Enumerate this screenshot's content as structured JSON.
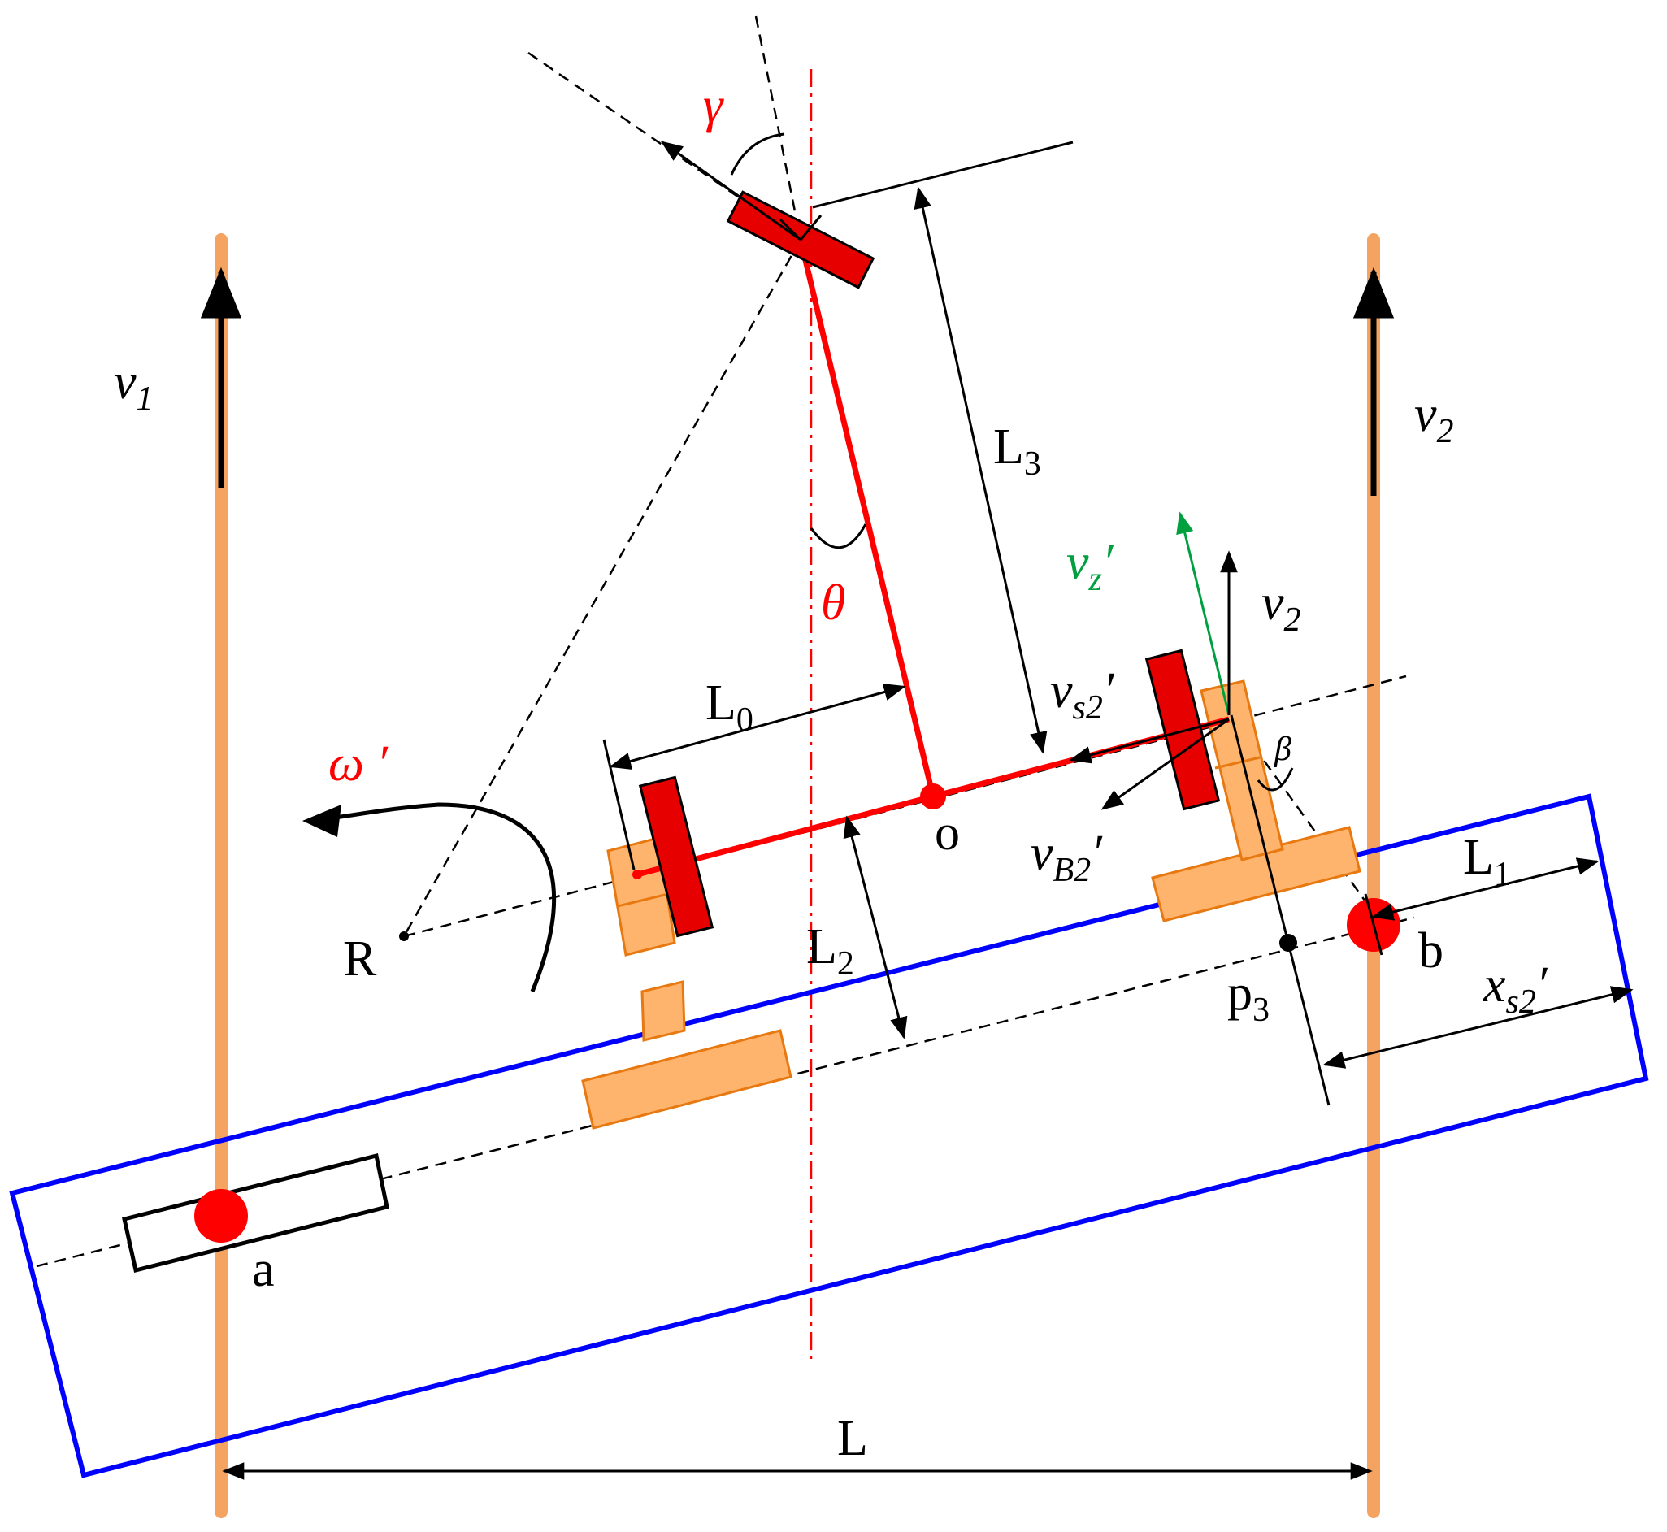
{
  "colors": {
    "rail": "#f4a460",
    "frame": "#0000ff",
    "link": "#ff0000",
    "wheel": "#e60000",
    "track": "#ffb46e",
    "track_stroke": "#e87810",
    "velocity_z": "#00a040",
    "guide": "#ff0000",
    "ink": "#000000"
  },
  "labels": {
    "v1": {
      "main": "v",
      "sub": "1"
    },
    "v2_right": {
      "main": "v",
      "sub": "2"
    },
    "v2_vec": {
      "main": "v",
      "sub": "2"
    },
    "vz": {
      "main": "v",
      "sub": "z",
      "prime": "′"
    },
    "vs2": {
      "main": "v",
      "sub": "s2",
      "prime": "′"
    },
    "vB2": {
      "main": "v",
      "sub": "B2",
      "prime": "′"
    },
    "L0": {
      "main": "L",
      "sub": "0"
    },
    "L1": {
      "main": "L",
      "sub": "1"
    },
    "L2": {
      "main": "L",
      "sub": "2"
    },
    "L3": {
      "main": "L",
      "sub": "3"
    },
    "L": "L",
    "xs2": {
      "main": "x",
      "sub": "s2",
      "prime": "′"
    },
    "p3": {
      "main": "p",
      "sub": "3"
    },
    "gamma": "γ",
    "theta": "θ",
    "beta": "β",
    "omega": "ω ′",
    "R": "R",
    "o": "o",
    "a": "a",
    "b": "b"
  }
}
